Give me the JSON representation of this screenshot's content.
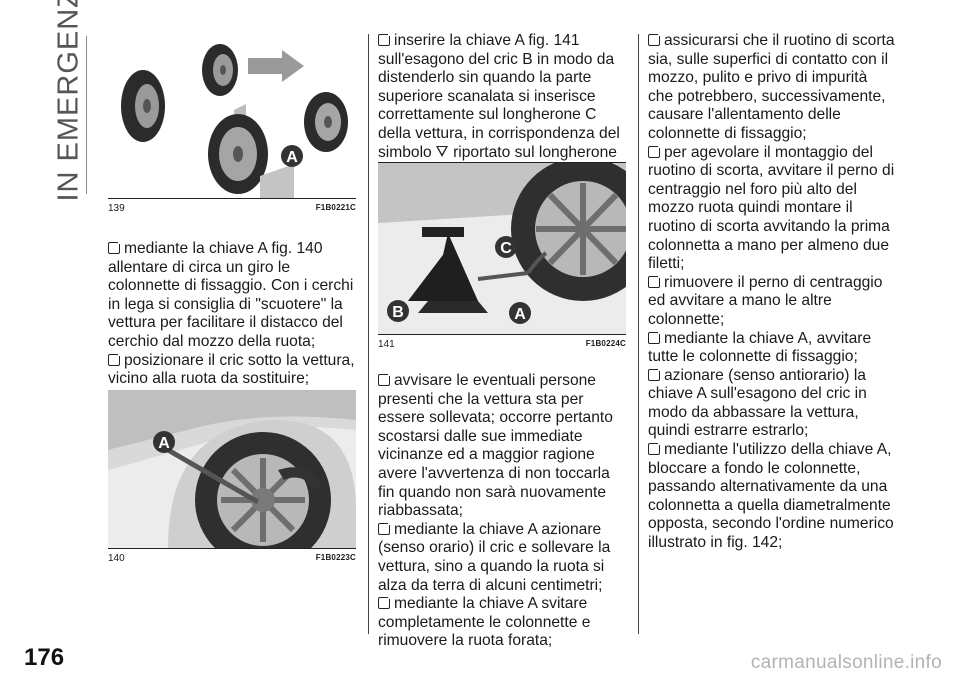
{
  "section_title": "IN EMERGENZA",
  "page_number": "176",
  "watermark": "carmanualsonline.info",
  "figures": {
    "fig139": {
      "num": "139",
      "code": "F1B0221C",
      "label_a": "A"
    },
    "fig140": {
      "num": "140",
      "code": "F1B0223C",
      "label_a": "A"
    },
    "fig141": {
      "num": "141",
      "code": "F1B0224C",
      "label_a": "A",
      "label_b": "B",
      "label_c": "C"
    }
  },
  "col1": {
    "p1": "mediante la chiave A fig. 140 allentare di circa un giro le colonnette di fissaggio. Con i cerchi in lega si consiglia di \"scuotere\" la vettura per facilitare il distacco del cerchio dal mozzo della ruota;",
    "p2": "posizionare il cric sotto la vettura, vicino alla ruota da sostituire;"
  },
  "col2": {
    "p1a": "inserire la chiave A fig. 141 sull'esagono del cric B in modo da distenderlo sin quando la parte superiore scanalata si inserisce correttamente sul longherone C della vettura, in corrispondenza del simbolo",
    "p1b": "riportato sul longherone stesso;",
    "p2": "avvisare le eventuali persone presenti che la vettura sta per essere sollevata; occorre pertanto scostarsi dalle sue immediate vicinanze ed a maggior ragione avere l'avvertenza di non toccarla fin quando non sarà nuovamente riabbassata;",
    "p3": "mediante la chiave A azionare (senso orario) il cric e sollevare la vettura, sino a quando la ruota si alza da terra di alcuni centimetri;",
    "p4": "mediante la chiave A svitare completamente le colonnette e rimuovere la ruota forata;"
  },
  "col3": {
    "p1": "assicurarsi che il ruotino di scorta sia, sulle superfici di contatto con il mozzo, pulito e privo di impurità che potrebbero, successivamente, causare l'allentamento delle colonnette di fissaggio;",
    "p2": "per agevolare il montaggio del ruotino di scorta, avvitare il perno di centraggio nel foro più alto del mozzo ruota quindi montare il ruotino di scorta avvitando la prima colonnetta a mano per almeno due filetti;",
    "p3": "rimuovere il perno di centraggio ed avvitare a mano le altre colonnette;",
    "p4": "mediante la chiave A, avvitare tutte le colonnette di fissaggio;",
    "p5": "azionare (senso antiorario) la chiave A sull'esagono del cric in modo da abbassare la vettura, quindi estrarre estrarlo;",
    "p6": "mediante l'utilizzo della chiave A, bloccare a fondo le colonnette, passando alternativamente da una colonnetta a quella diametralmente opposta, secondo l'ordine numerico illustrato in fig. 142;"
  }
}
